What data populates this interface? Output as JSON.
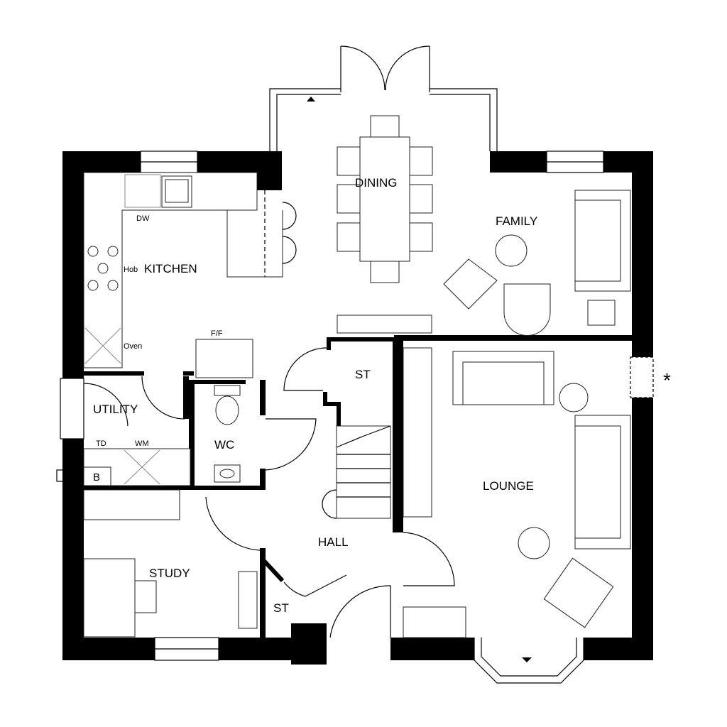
{
  "plan": {
    "rooms": {
      "dining": "DINING",
      "family": "FAMILY",
      "kitchen": "KITCHEN",
      "utility": "UTILITY",
      "wc": "WC",
      "st_upper": "ST",
      "st_lower": "ST",
      "hall": "HALL",
      "lounge": "LOUNGE",
      "study": "STUDY"
    },
    "fixtures": {
      "dw": "DW",
      "hob": "Hob",
      "oven": "Oven",
      "ff": "F/F",
      "td": "TD",
      "wm": "WM",
      "boiler": "B"
    },
    "note_marker": "*",
    "colors": {
      "wall": "#000000",
      "line": "#222222"
    }
  }
}
